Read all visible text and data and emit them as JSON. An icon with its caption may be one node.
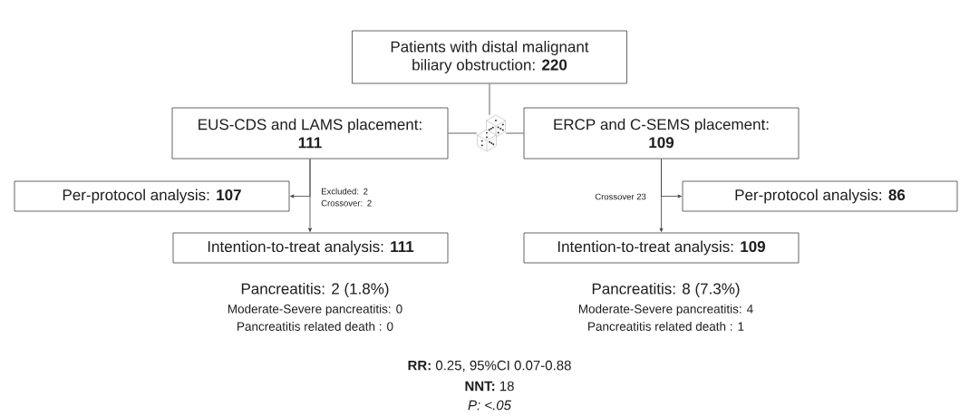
{
  "diagram": {
    "nodes": [
      {
        "text": [
          "Patients with distal malignant biliary obstruction: **220**"
        ]
      },
      {
        "text": [
          "EUS-CDS and LAMS placement: **111**"
        ]
      },
      {
        "text": [],
        "shape": "picture"
      },
      {
        "text": [
          "ERCP and C-SEMS placement: **109**"
        ]
      },
      {
        "text": [
          "Per-protocol analysis: **107**"
        ]
      },
      {
        "text": [
          "Per-protocol analysis: **86**"
        ]
      },
      {
        "text": [
          "Intention-to-treat analysis: **111**"
        ],
        "beside": [
          "Pancreatitis: 2 (1.8%)",
          "Moderate-Severe pancreatitis: 0",
          "Pancreatitis related death : 0"
        ]
      },
      {
        "text": [
          "Intention-to-treat analysis: **109**"
        ],
        "beside": [
          "Pancreatitis: 8 (7.3%)",
          "Moderate-Severe pancreatitis: 4",
          "Pancreatitis related death : 1"
        ]
      }
    ],
    "edges": [
      {
        "from": 0,
        "to": 2,
        "arrow": "none"
      },
      {
        "from": 2,
        "to": 1,
        "arrow": "none"
      },
      {
        "from": 2,
        "to": 3,
        "arrow": "none"
      },
      {
        "from": 1,
        "to": 6,
        "arrow": "to"
      },
      {
        "from": 1,
        "to": 4,
        "arrow": "to",
        "label": "Excluded: 2 Crossover: 2"
      },
      {
        "from": 3,
        "to": 7,
        "arrow": "to"
      },
      {
        "from": 3,
        "to": 5,
        "arrow": "to",
        "label": "Crossover 23"
      }
    ],
    "labels": [
      "**RR:** 0.25, 95%CI 0.07-0.88",
      "**NNT:** 18",
      "P: <.05"
    ]
  }
}
